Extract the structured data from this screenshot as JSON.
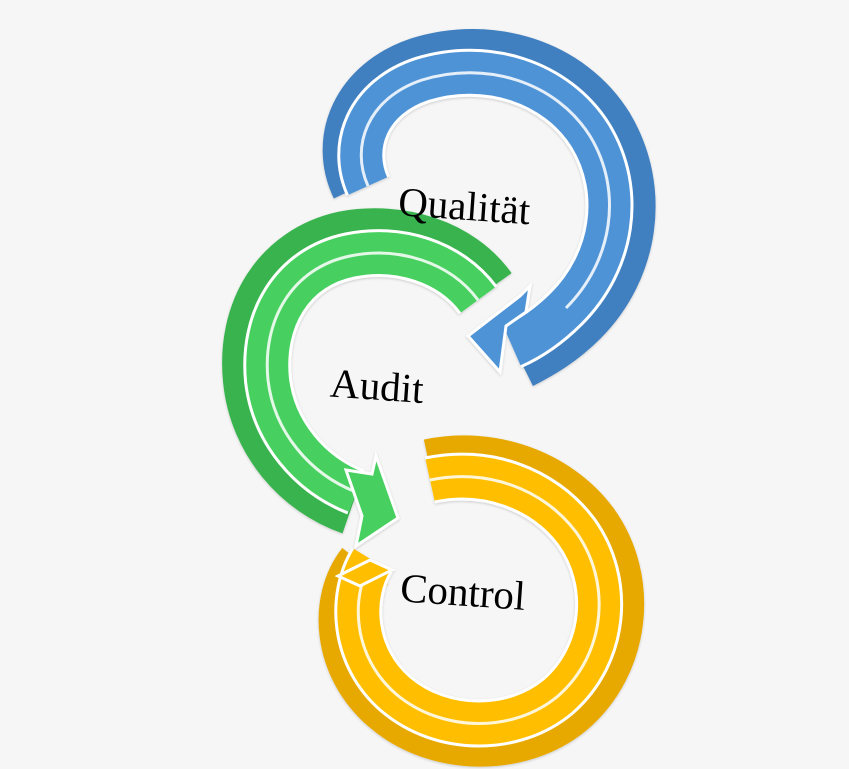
{
  "diagram": {
    "stages": [
      {
        "label": "Qualität",
        "color": "#4f93d7",
        "shade": "#3f7fc0"
      },
      {
        "label": "Audit",
        "color": "#47d05f",
        "shade": "#37b34e"
      },
      {
        "label": "Control",
        "color": "#ffbf00",
        "shade": "#e7a800"
      }
    ]
  }
}
